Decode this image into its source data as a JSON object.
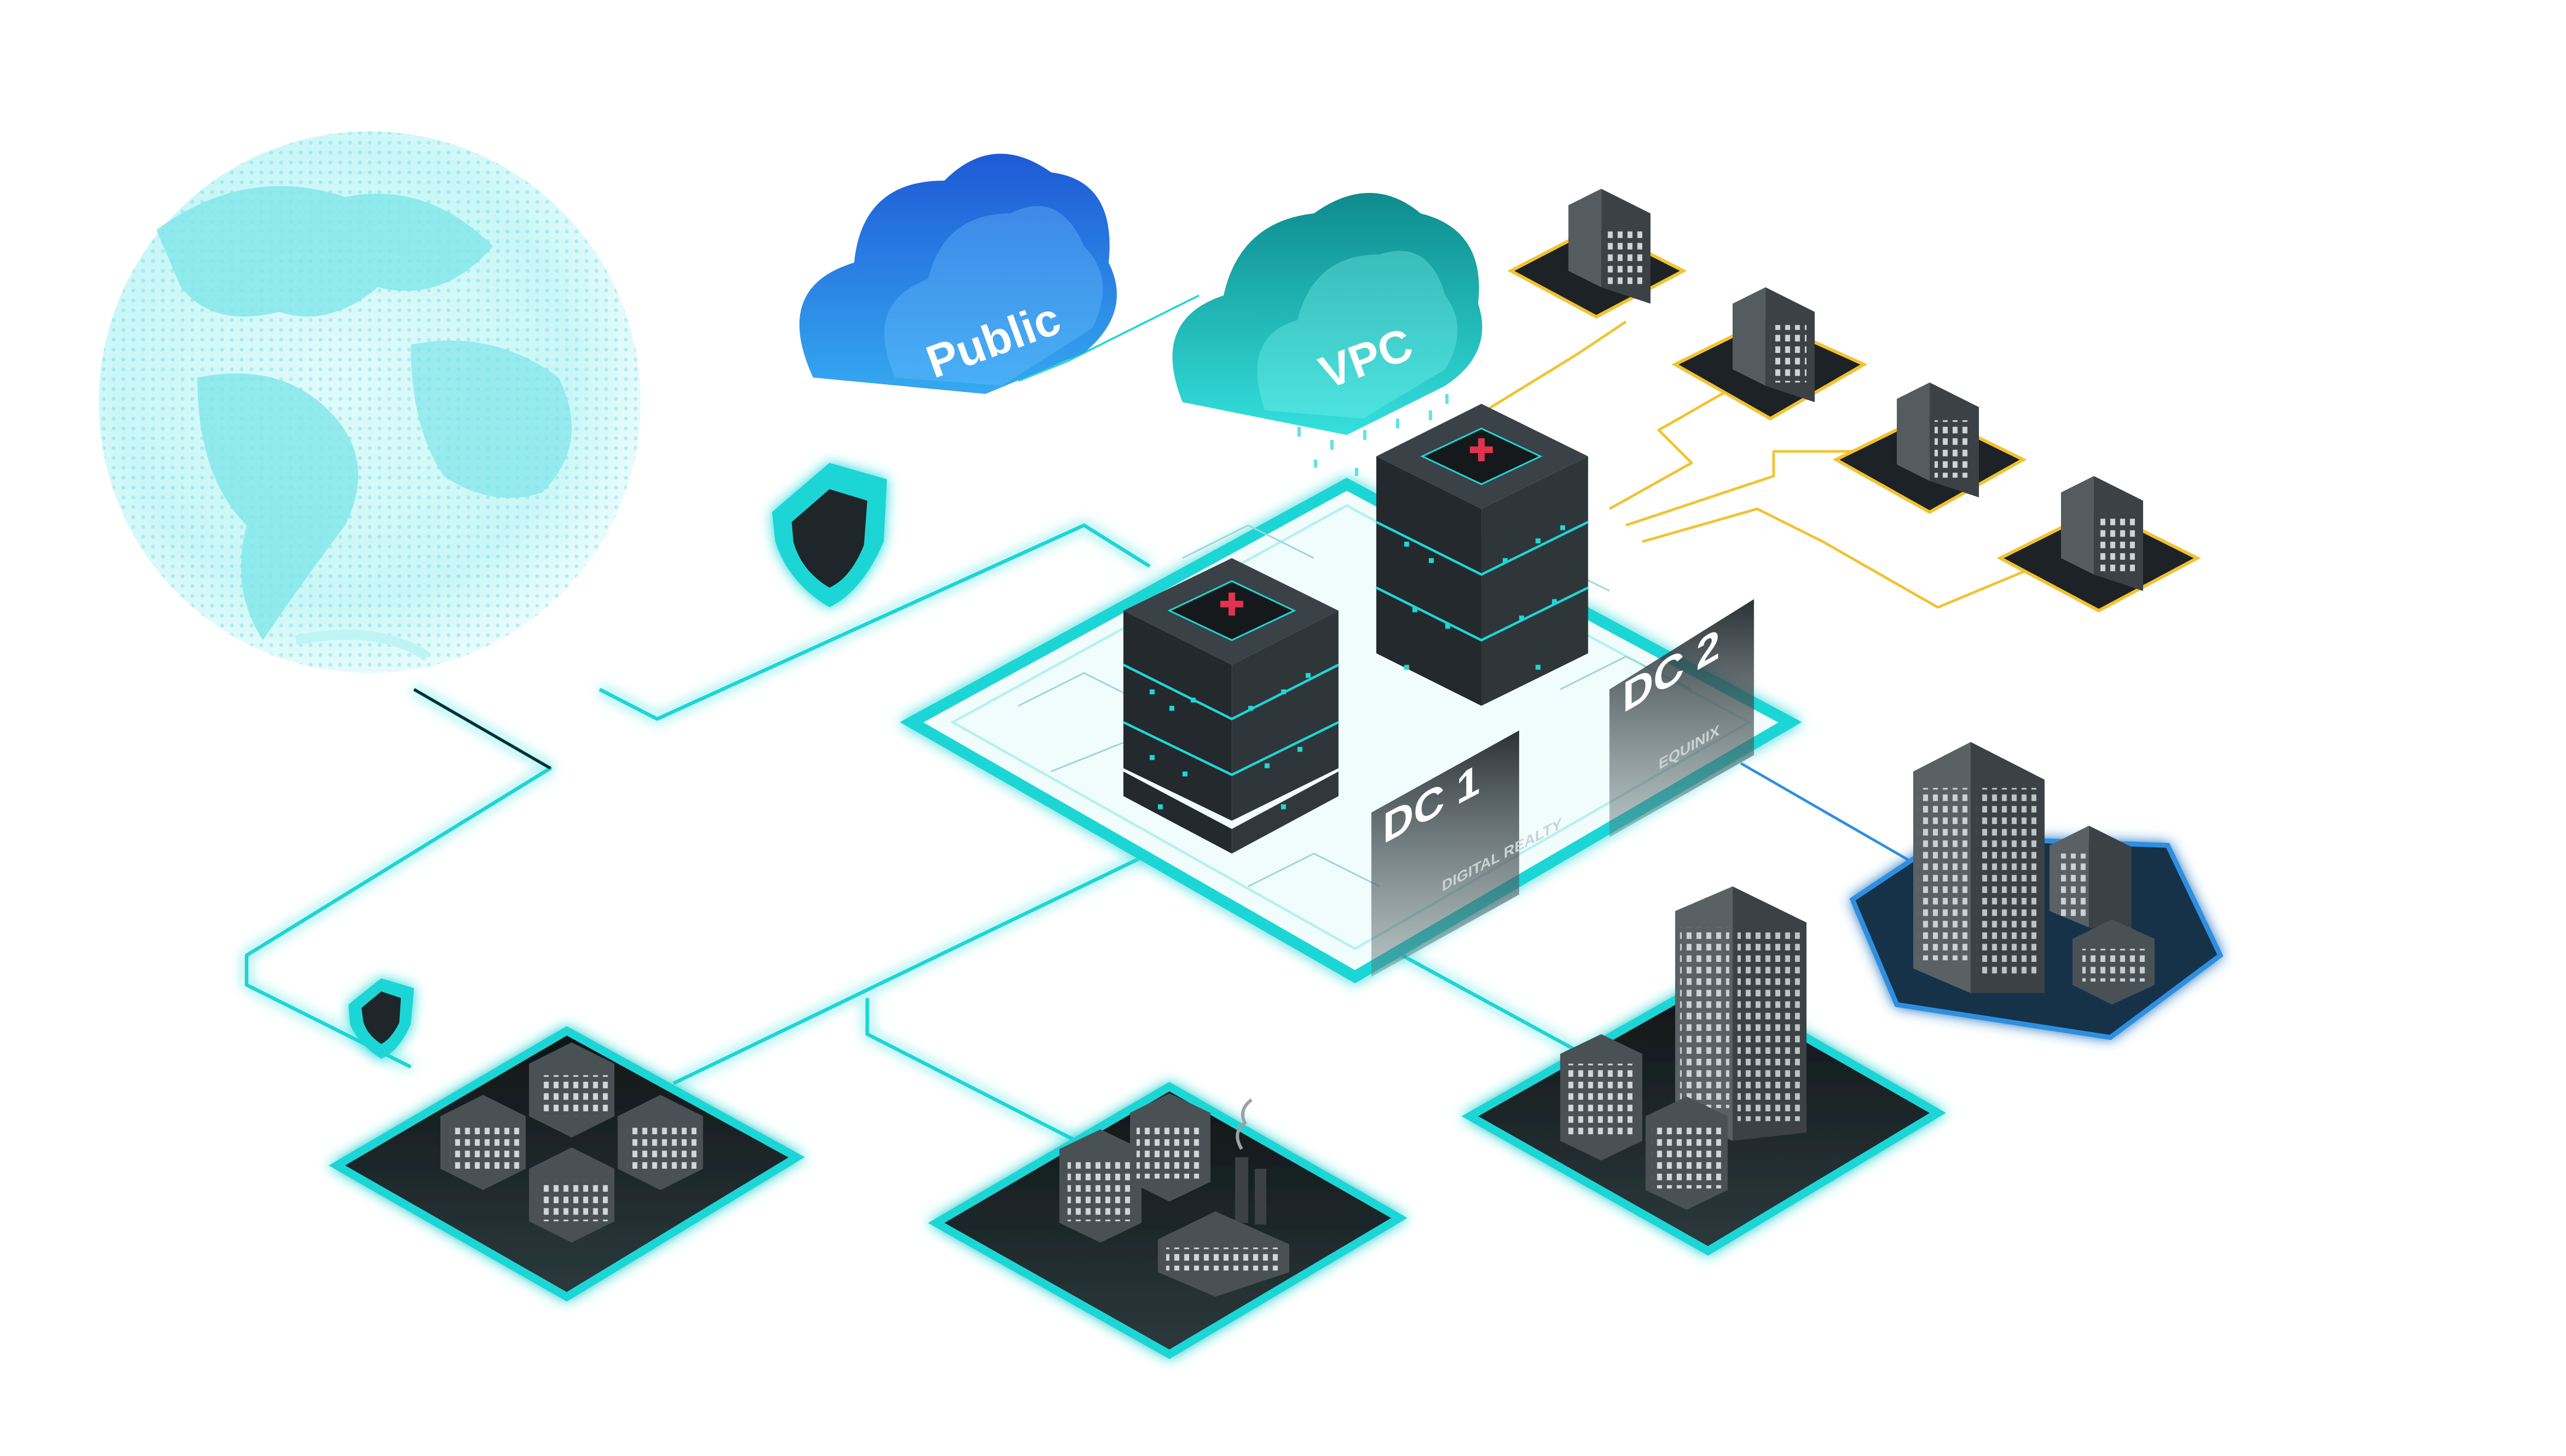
{
  "clouds": {
    "public": {
      "label": "Public",
      "color_top": "#1e5ad6",
      "color_bottom": "#35a9f0"
    },
    "vpc": {
      "label": "VPC",
      "color_top": "#0f8b8d",
      "color_bottom": "#34e0dd"
    }
  },
  "datacenters": {
    "dc1": {
      "label": "DC 1",
      "provider": "DIGITAL REALTY"
    },
    "dc2": {
      "label": "DC 2",
      "provider": "EQUINIX"
    }
  },
  "colors": {
    "teal": "#1fd6d6",
    "yellow": "#f2c230",
    "blue": "#2e8fe0",
    "dark": "#1c2226",
    "server": "#2a2f33",
    "cross": "#e0344e"
  },
  "icons": [
    "globe-icon",
    "shield-icon",
    "server-icon",
    "building-icon",
    "factory-icon",
    "cloud-icon"
  ]
}
